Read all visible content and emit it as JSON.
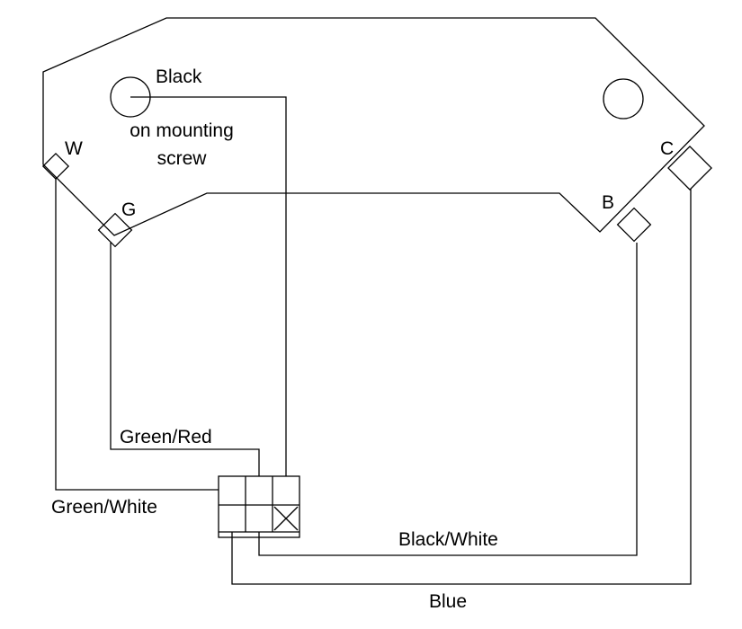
{
  "labels": {
    "black": "Black",
    "mounting_line1": "on mounting",
    "mounting_line2": "screw",
    "terminal_w": "W",
    "terminal_g": "G",
    "terminal_b": "B",
    "terminal_c": "C",
    "green_red": "Green/Red",
    "green_white": "Green/White",
    "black_white": "Black/White",
    "blue": "Blue"
  }
}
